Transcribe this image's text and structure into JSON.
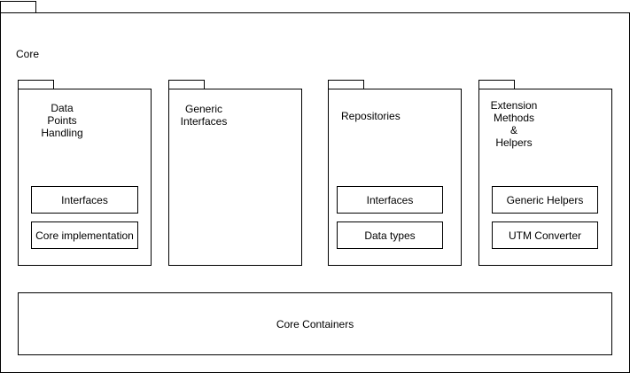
{
  "core": {
    "title": "Core",
    "packages": [
      {
        "title": "Data\nPoints\nHandling",
        "items": [
          "Interfaces",
          "Core implementation"
        ]
      },
      {
        "title": "Generic\nInterfaces",
        "items": []
      },
      {
        "title": "Repositories",
        "items": [
          "Interfaces",
          "Data types"
        ]
      },
      {
        "title": "Extension\nMethods\n&\nHelpers",
        "items": [
          "Generic Helpers",
          "UTM Converter"
        ]
      }
    ],
    "containers": {
      "label": "Core Containers"
    }
  }
}
